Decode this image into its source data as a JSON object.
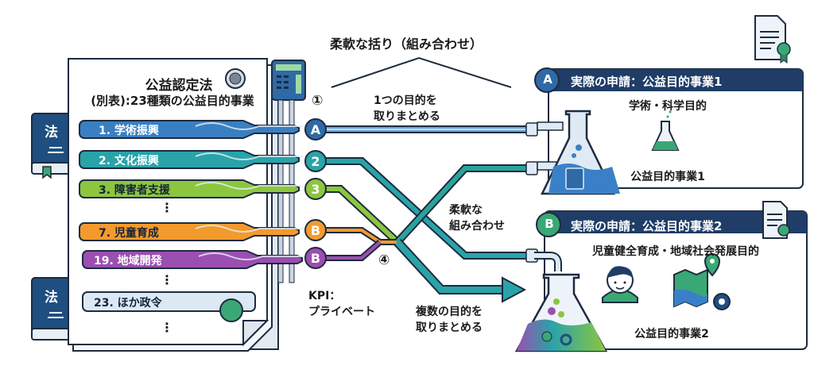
{
  "document": {
    "title": "公益認定法",
    "subtitle": "(別表):23種類の公益目的事業",
    "book_char": "法",
    "items": [
      {
        "label": "1. 学術振興",
        "color": "#3a7fc1"
      },
      {
        "label": "2. 文化振興",
        "color": "#2aa3a8"
      },
      {
        "label": "3. 障害者支援",
        "color": "#8cc63f"
      },
      {
        "label": "7. 児童育成",
        "color": "#f39a2c"
      },
      {
        "label": "19. 地域開発",
        "color": "#9b4fb0"
      },
      {
        "label": "23. ほか政令",
        "color": "#dce9f5"
      }
    ],
    "ellipsis": "⋮"
  },
  "nodes": [
    {
      "label": "A",
      "color": "#2f6aa6"
    },
    {
      "label": "2",
      "color": "#2aa3a8"
    },
    {
      "label": "3",
      "color": "#8cc63f"
    },
    {
      "label": "B",
      "color": "#f39a2c"
    },
    {
      "label": "B",
      "color": "#9b4fb0"
    }
  ],
  "annotations": {
    "top_bracket": "柔軟な括り（組み合わせ）",
    "marker_1": "①",
    "single_purpose_line1": "1つの目的を",
    "single_purpose_line2": "取りまとめる",
    "flexible_line1": "柔軟な",
    "flexible_line2": "組み合わせ",
    "marker_4": "④",
    "kpi_line1": "KPI：",
    "kpi_line2": "プライベート",
    "multi_purpose_line1": "複数の目的を",
    "multi_purpose_line2": "取りまとめる"
  },
  "cards": [
    {
      "badge": "A",
      "badge_color": "#2f6aa6",
      "header": "実際の申請：公益目的事業1",
      "purpose": "学術・科学目的",
      "result": "公益目的事業1"
    },
    {
      "badge": "B",
      "badge_color": "#3aa874",
      "header": "実際の申請：公益目的事業2",
      "purpose": "児童健全育成・地域社会発展目的",
      "result": "公益目的事業2"
    }
  ],
  "colors": {
    "navy": "#1f3d66",
    "outline": "#1d2b3f",
    "blue": "#2f6aa6",
    "teal": "#2aa3a8",
    "green": "#3aa874"
  }
}
